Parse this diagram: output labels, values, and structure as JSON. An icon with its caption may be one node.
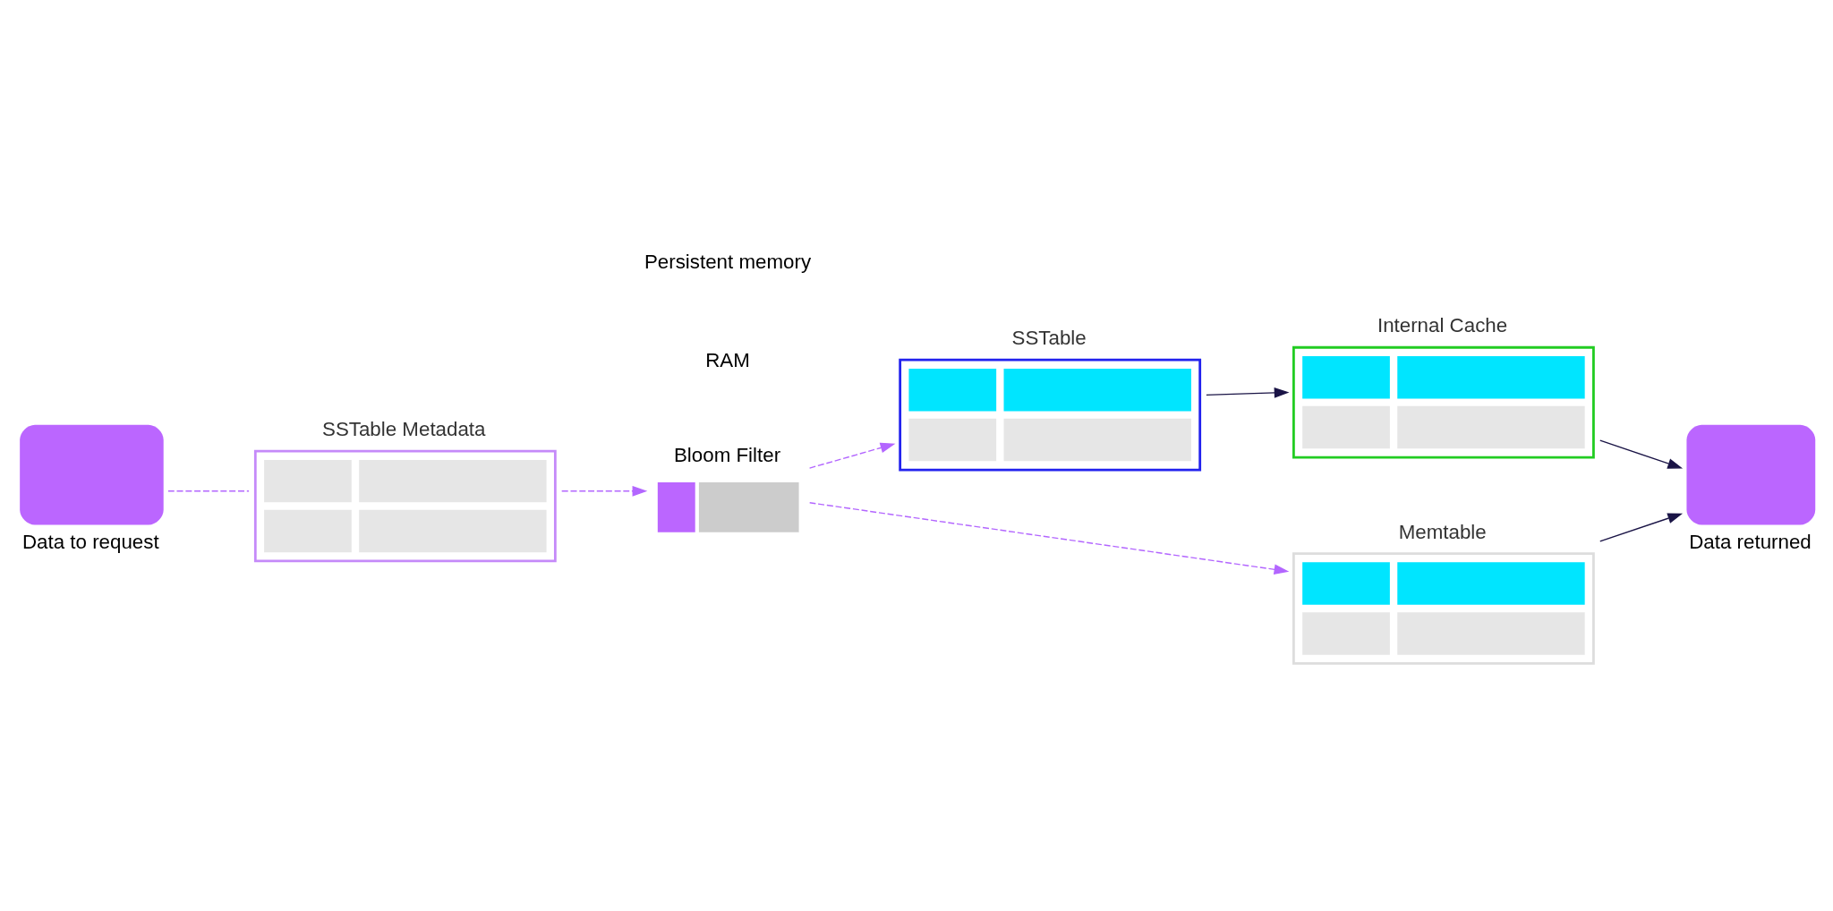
{
  "diagram": {
    "nodes": [
      {
        "text": [
          "Data to request"
        ]
      },
      {
        "text": [
          "SSTable Metadata"
        ]
      },
      {
        "text": [
          "Bloom Filter"
        ]
      },
      {
        "text": [
          "SSTable"
        ]
      },
      {
        "text": [
          "Internal Cache"
        ]
      },
      {
        "text": [
          "Memtable"
        ]
      },
      {
        "text": [
          "Data returned"
        ]
      }
    ],
    "edges": [
      {
        "from": 0,
        "to": 1,
        "arrow": "none",
        "style": "dashed",
        "color": "#b366ff"
      },
      {
        "from": 1,
        "to": 2,
        "arrow": "to",
        "style": "dashed",
        "color": "#b366ff"
      },
      {
        "from": 2,
        "to": 3,
        "arrow": "to",
        "style": "dashed",
        "color": "#b366ff"
      },
      {
        "from": 2,
        "to": 5,
        "arrow": "to",
        "style": "dashed",
        "color": "#b366ff"
      },
      {
        "from": 3,
        "to": 4,
        "arrow": "to",
        "color": "#1a1446"
      },
      {
        "from": 4,
        "to": 6,
        "arrow": "to",
        "color": "#1a1446"
      },
      {
        "from": 5,
        "to": 6,
        "arrow": "to",
        "color": "#1a1446"
      }
    ],
    "labels": [
      "RAM",
      "Persistent memory"
    ]
  }
}
